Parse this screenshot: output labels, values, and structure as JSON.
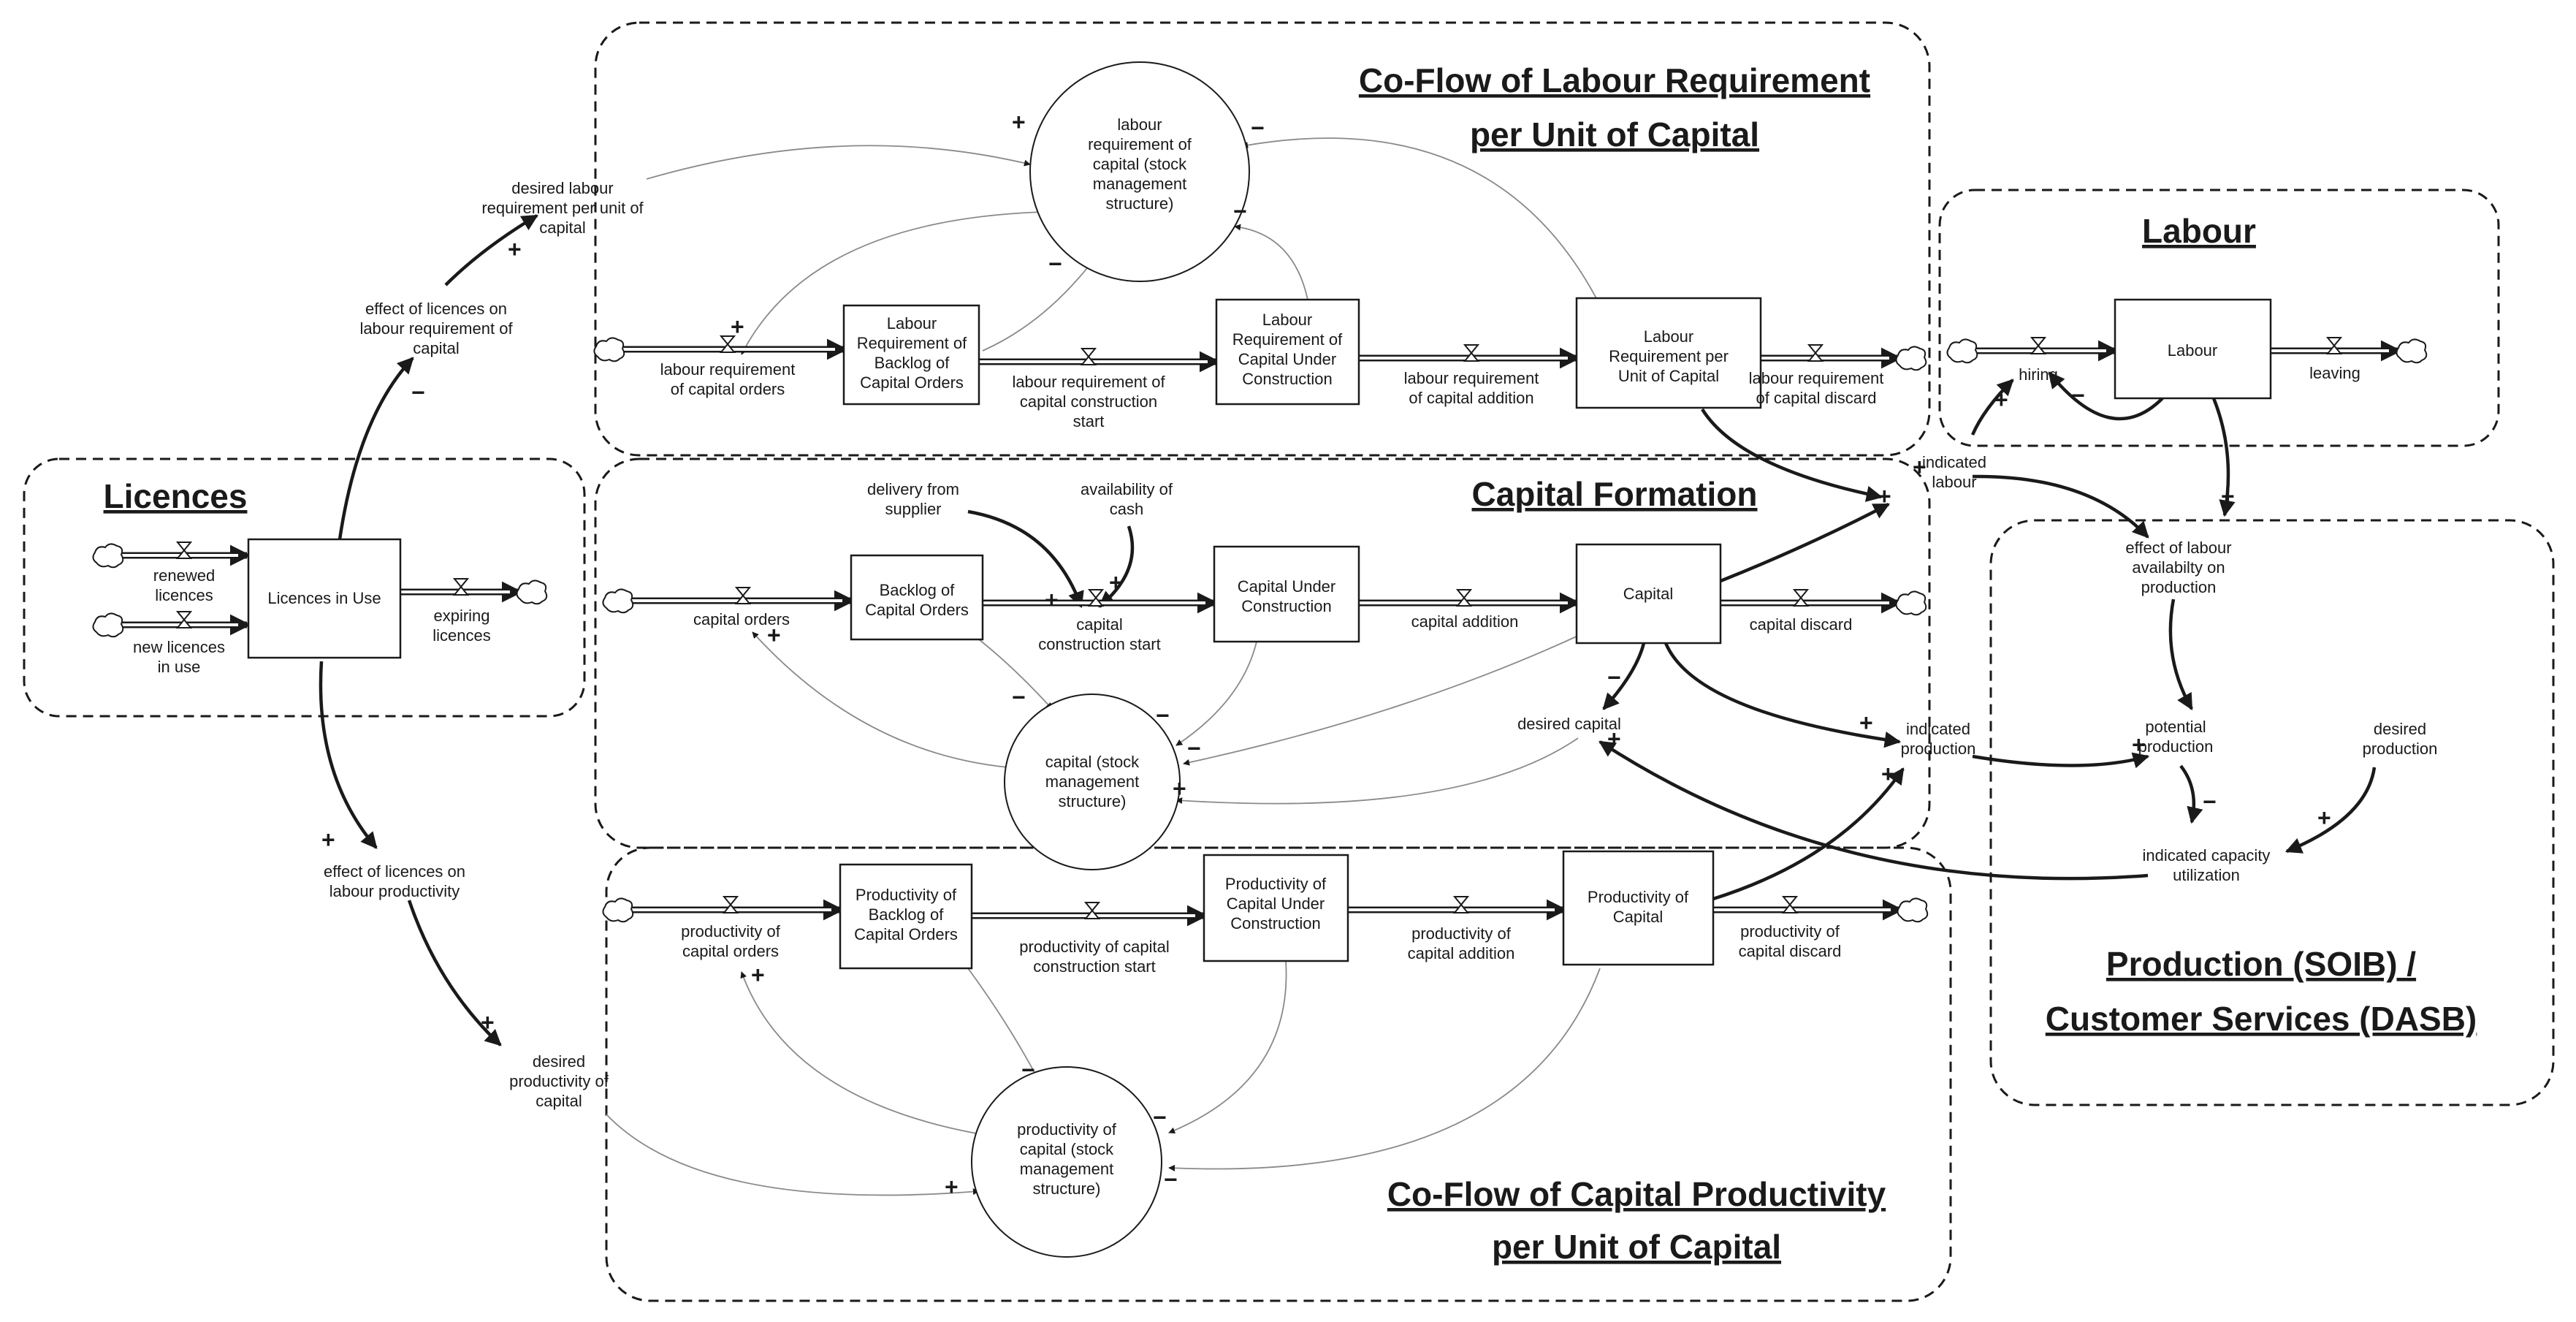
{
  "regions": {
    "licences": "Licences",
    "coflow_labour_1": "Co-Flow of Labour Requirement",
    "coflow_labour_2": "per Unit of Capital",
    "capital_formation": "Capital Formation",
    "labour": "Labour",
    "production_1": "Production (SOIB) /",
    "production_2": "Customer Services (DASB)",
    "coflow_productivity_1": "Co-Flow of Capital Productivity",
    "coflow_productivity_2": "per Unit of Capital"
  },
  "stocks": {
    "licences_in_use": [
      "Licences in Use"
    ],
    "labour_req_backlog": [
      "Labour",
      "Requirement of",
      "Backlog of",
      "Capital Orders"
    ],
    "labour_req_under_construction": [
      "Labour",
      "Requirement of",
      "Capital Under",
      "Construction"
    ],
    "labour_req_per_unit": [
      "Labour",
      "Requirement per",
      "Unit of Capital"
    ],
    "labour": [
      "Labour"
    ],
    "backlog_capital_orders": [
      "Backlog of",
      "Capital Orders"
    ],
    "capital_under_construction": [
      "Capital Under",
      "Construction"
    ],
    "capital": [
      "Capital"
    ],
    "productivity_backlog": [
      "Productivity of",
      "Backlog of",
      "Capital Orders"
    ],
    "productivity_under_construction": [
      "Productivity of",
      "Capital Under",
      "Construction"
    ],
    "productivity_of_capital": [
      "Productivity of",
      "Capital"
    ]
  },
  "circles": {
    "labour_req_stock_mgmt": [
      "labour",
      "requirement of",
      "capital (stock",
      "management",
      "structure)"
    ],
    "capital_stock_mgmt": [
      "capital (stock",
      "management",
      "structure)"
    ],
    "productivity_stock_mgmt": [
      "productivity of",
      "capital (stock",
      "management",
      "structure)"
    ]
  },
  "flows": {
    "renewed_licences": [
      "renewed",
      "licences"
    ],
    "new_licences": [
      "new licences",
      "in use"
    ],
    "expiring_licences": [
      "expiring",
      "licences"
    ],
    "labour_req_orders": [
      "labour requirement",
      "of capital orders"
    ],
    "labour_req_construction_start": [
      "labour requirement of",
      "capital construction",
      "start"
    ],
    "labour_req_addition": [
      "labour requirement",
      "of capital addition"
    ],
    "labour_req_discard": [
      "labour requirement",
      "of capital discard"
    ],
    "hiring": [
      "hiring"
    ],
    "leaving": [
      "leaving"
    ],
    "capital_orders": [
      "capital orders"
    ],
    "capital_construction_start": [
      "capital",
      "construction start"
    ],
    "capital_addition": [
      "capital addition"
    ],
    "capital_discard": [
      "capital discard"
    ],
    "productivity_orders": [
      "productivity of",
      "capital orders"
    ],
    "productivity_construction_start": [
      "productivity of capital",
      "construction start"
    ],
    "productivity_addition": [
      "productivity of",
      "capital addition"
    ],
    "productivity_discard": [
      "productivity of",
      "capital discard"
    ]
  },
  "variables": {
    "desired_labour_req": [
      "desired labour",
      "requirement per unit of",
      "capital"
    ],
    "effect_licences_labour_req": [
      "effect of licences on",
      "labour requirement of",
      "capital"
    ],
    "effect_licences_productivity": [
      "effect of licences on",
      "labour productivity"
    ],
    "desired_productivity": [
      "desired",
      "productivity of",
      "capital"
    ],
    "delivery_from_supplier": [
      "delivery from",
      "supplier"
    ],
    "availability_of_cash": [
      "availability of",
      "cash"
    ],
    "indicated_labour": [
      "indicated",
      "labour"
    ],
    "effect_labour_availability": [
      "effect of labour",
      "availabilty on",
      "production"
    ],
    "desired_capital": [
      "desired capital"
    ],
    "indicated_production": [
      "indicated",
      "production"
    ],
    "potential_production": [
      "potential",
      "production"
    ],
    "desired_production": [
      "desired",
      "production"
    ],
    "indicated_capacity_utilization": [
      "indicated capacity",
      "utilization"
    ]
  },
  "polarity": {
    "plus": "+",
    "minus": "−"
  }
}
